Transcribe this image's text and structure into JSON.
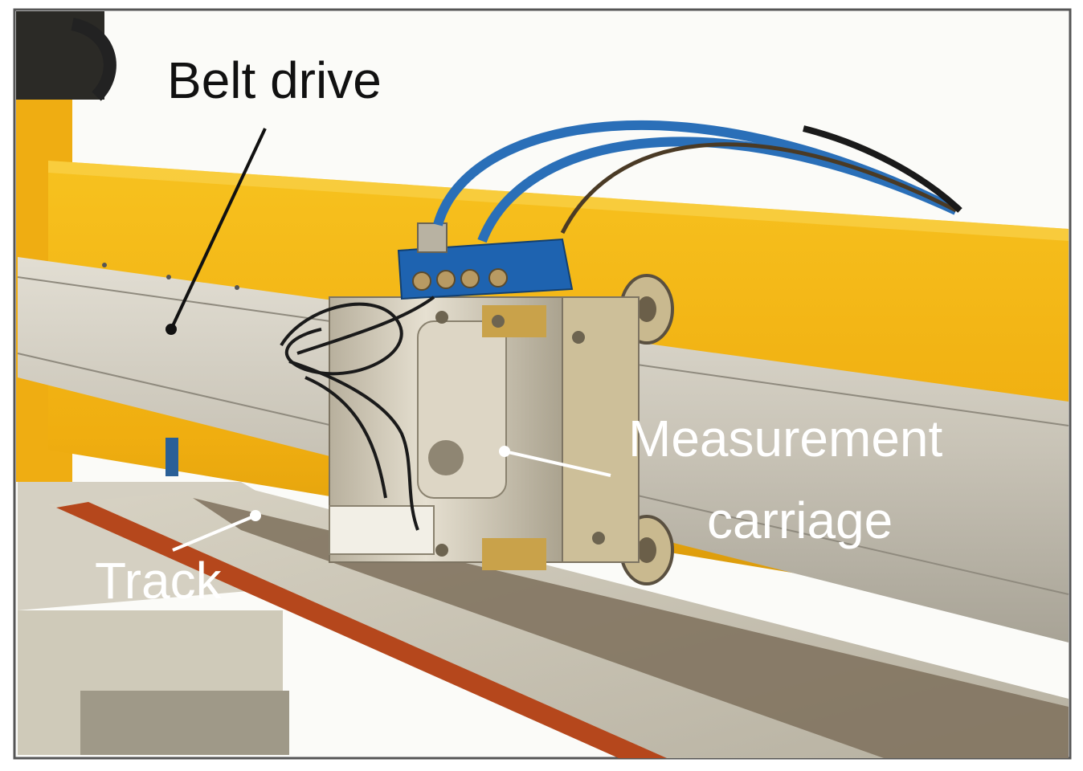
{
  "annotations": {
    "belt_drive_label": "Belt drive",
    "measurement_label_line1": "Measurement",
    "measurement_label_line2": "carriage",
    "track_label": "Track"
  },
  "colors": {
    "frame_yellow": "#f2b515",
    "frame_yellow_shadow": "#d99a0a",
    "rail_aluminum": "#c9c6bb",
    "rail_aluminum_dark": "#a9a59a",
    "track_red_stripe": "#b5471c",
    "track_surface": "#8c7b63",
    "hose_blue": "#2a6fb8",
    "manifold_blue": "#1e63b0",
    "carriage_metal": "#cfc8b6",
    "wire_black": "#1a1a1a",
    "label_black": "#111111",
    "label_white": "#ffffff"
  },
  "icons": {
    "photo": "measurement-rig-photo"
  }
}
